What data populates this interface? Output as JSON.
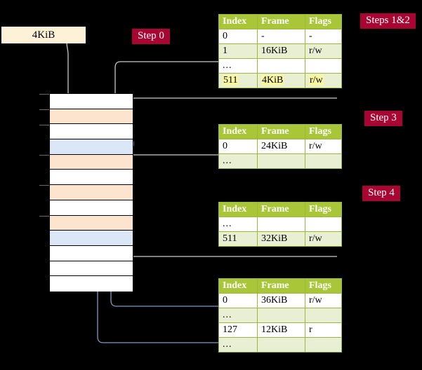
{
  "labels": {
    "step0": "Step 0",
    "steps12": "Steps 1&2",
    "step3": "Step 3",
    "step4": "Step 4",
    "kib_box": "4KiB"
  },
  "columns": {
    "index": "Index",
    "frame": "Frame",
    "flags": "Flags"
  },
  "tables": [
    {
      "id": "table-steps12",
      "rows": [
        {
          "index": "0",
          "frame": "-",
          "flags": "-",
          "alt": false,
          "highlight": false
        },
        {
          "index": "1",
          "frame": "16KiB",
          "flags": "r/w",
          "alt": true,
          "highlight": false
        },
        {
          "index": "...",
          "frame": "",
          "flags": "",
          "alt": false,
          "highlight": false
        },
        {
          "index": "511",
          "frame": "4KiB",
          "flags": "r/w",
          "alt": true,
          "highlight": true
        }
      ]
    },
    {
      "id": "table-step3",
      "rows": [
        {
          "index": "0",
          "frame": "24KiB",
          "flags": "r/w",
          "alt": false,
          "highlight": false
        },
        {
          "index": "...",
          "frame": "",
          "flags": "",
          "alt": true,
          "highlight": false
        }
      ]
    },
    {
      "id": "table-step4",
      "rows": [
        {
          "index": "...",
          "frame": "",
          "flags": "",
          "alt": false,
          "highlight": false
        },
        {
          "index": "511",
          "frame": "32KiB",
          "flags": "r/w",
          "alt": true,
          "highlight": false
        }
      ]
    },
    {
      "id": "table-frames",
      "rows": [
        {
          "index": "0",
          "frame": "36KiB",
          "flags": "r/w",
          "alt": false,
          "highlight": false
        },
        {
          "index": "...",
          "frame": "",
          "flags": "",
          "alt": true,
          "highlight": false
        },
        {
          "index": "127",
          "frame": "12KiB",
          "flags": "r",
          "alt": false,
          "highlight": false
        },
        {
          "index": "...",
          "frame": "",
          "flags": "",
          "alt": true,
          "highlight": false
        }
      ]
    }
  ],
  "memory_column": {
    "rows": [
      {
        "fill": "white"
      },
      {
        "fill": "orange"
      },
      {
        "fill": "white"
      },
      {
        "fill": "blue"
      },
      {
        "fill": "orange"
      },
      {
        "fill": "white"
      },
      {
        "fill": "orange"
      },
      {
        "fill": "white"
      },
      {
        "fill": "orange"
      },
      {
        "fill": "blue"
      },
      {
        "fill": "white"
      },
      {
        "fill": "white"
      },
      {
        "fill": "white"
      }
    ]
  },
  "colors": {
    "badge": "#a90533",
    "header": "#a8c638",
    "alt_row": "#e9efd2",
    "highlight": "#fbf7a0",
    "orange_block": "#fde4cf",
    "blue_block": "#dbe7f7",
    "kib_box": "#fdf2d8",
    "grey_wire": "#c9c9c9",
    "blue_wire": "#7a9cc6",
    "background": "#000000"
  }
}
